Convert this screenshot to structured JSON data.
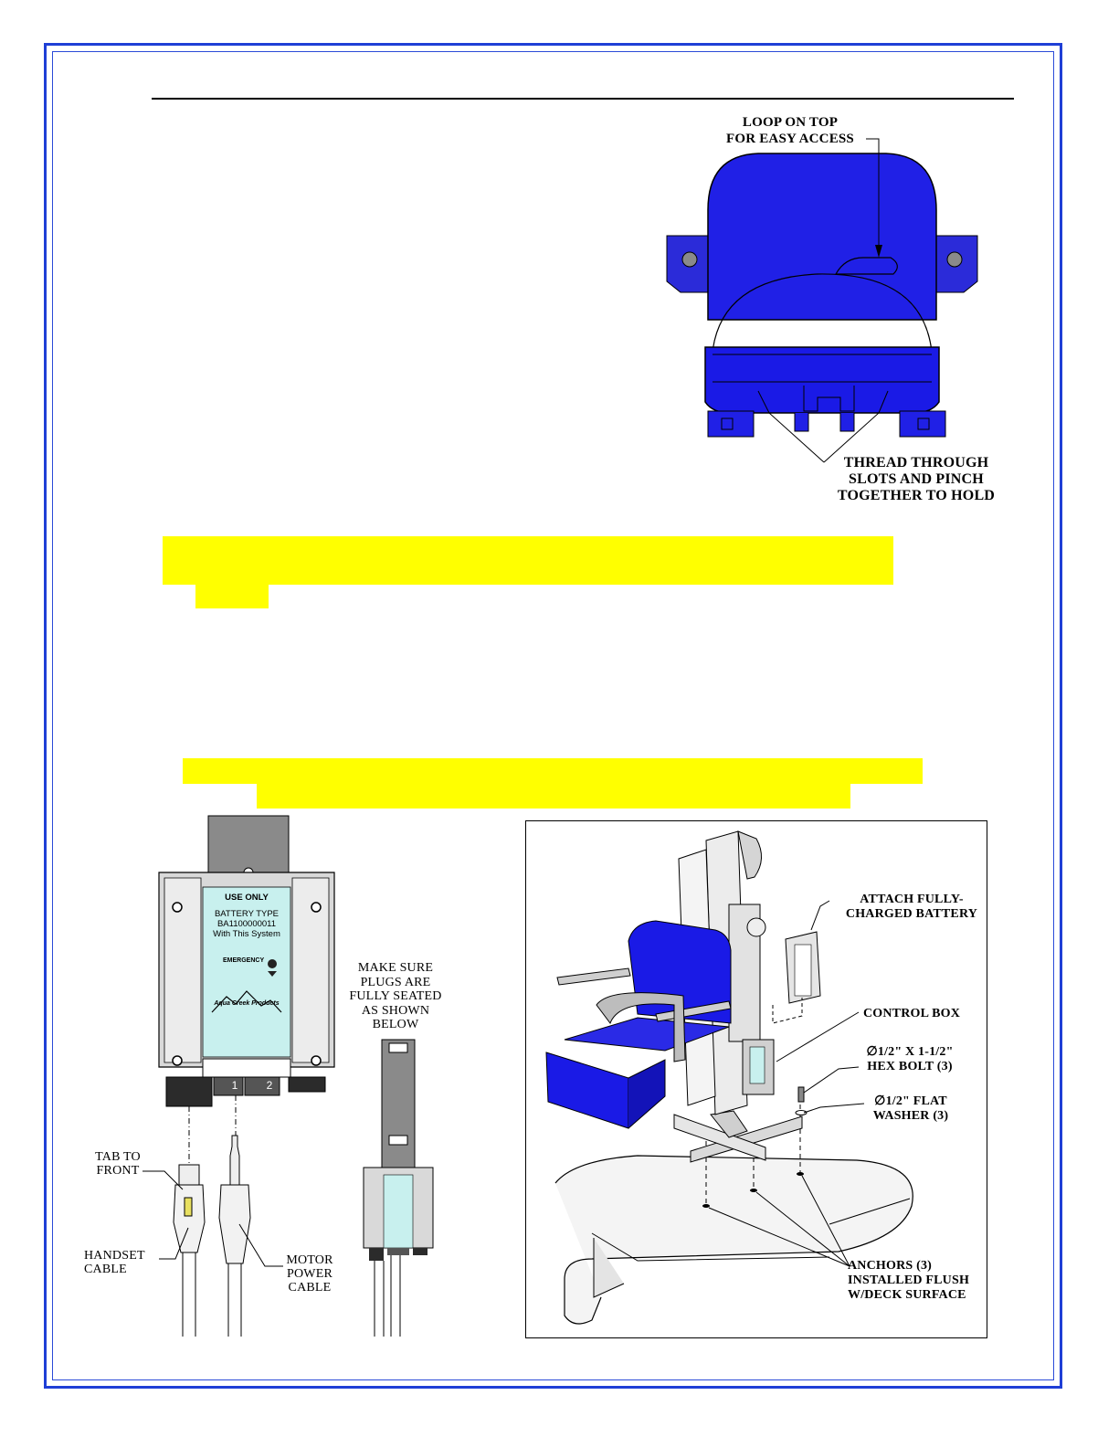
{
  "callouts": {
    "loop_on_top": [
      "LOOP ON TOP",
      "FOR EASY ACCESS"
    ],
    "thread_slots": [
      "THREAD THROUGH",
      "SLOTS AND PINCH",
      "TOGETHER TO HOLD"
    ],
    "make_sure": [
      "MAKE SURE",
      "PLUGS ARE",
      "FULLY SEATED",
      "AS SHOWN",
      "BELOW"
    ],
    "tab_to_front": [
      "TAB TO",
      "FRONT"
    ],
    "handset_cable": [
      "HANDSET",
      "CABLE"
    ],
    "motor_power_cable": [
      "MOTOR",
      "POWER",
      "CABLE"
    ],
    "attach_battery": [
      "ATTACH FULLY-",
      "CHARGED BATTERY"
    ],
    "control_box": "CONTROL BOX",
    "hex_bolt": [
      "∅1/2\" X 1-1/2\"",
      "HEX BOLT (3)"
    ],
    "flat_washer": [
      "∅1/2\" FLAT",
      "WASHER (3)"
    ],
    "anchors": [
      "ANCHORS (3)",
      "INSTALLED FLUSH",
      "W/DECK SURFACE"
    ]
  },
  "control_box_label": {
    "use_only": "USE ONLY",
    "battery_type": "BATTERY TYPE",
    "battery_model": "BA1100000011",
    "with_system": "With This System",
    "emergency": "EMERGENCY",
    "brand": "Aqua Creek Products",
    "port_1": "1",
    "port_2": "2"
  },
  "colors": {
    "frame": "#1f3fd6",
    "highlight": "#ffff00",
    "seat_blue": "#1a1ae6",
    "label_teal": "#c8f0ee"
  }
}
